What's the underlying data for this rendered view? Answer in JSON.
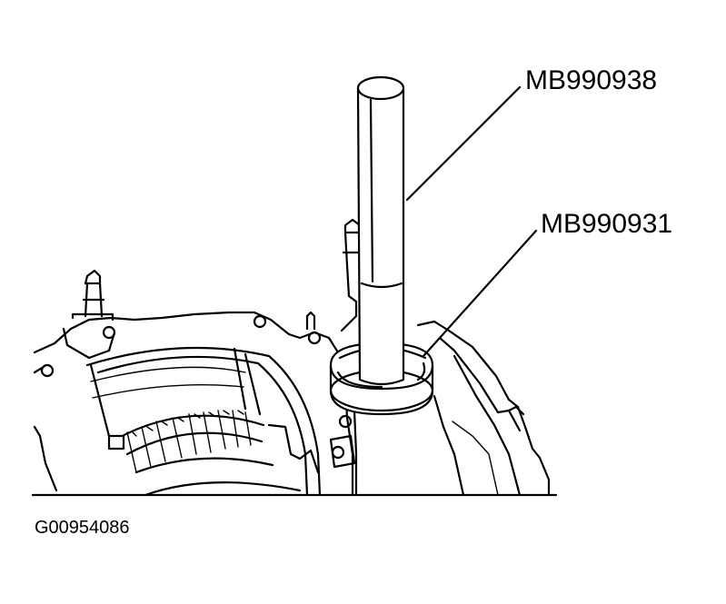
{
  "callouts": {
    "tool_1": "MB990938",
    "tool_2": "MB990931"
  },
  "figure_id": "G00954086"
}
